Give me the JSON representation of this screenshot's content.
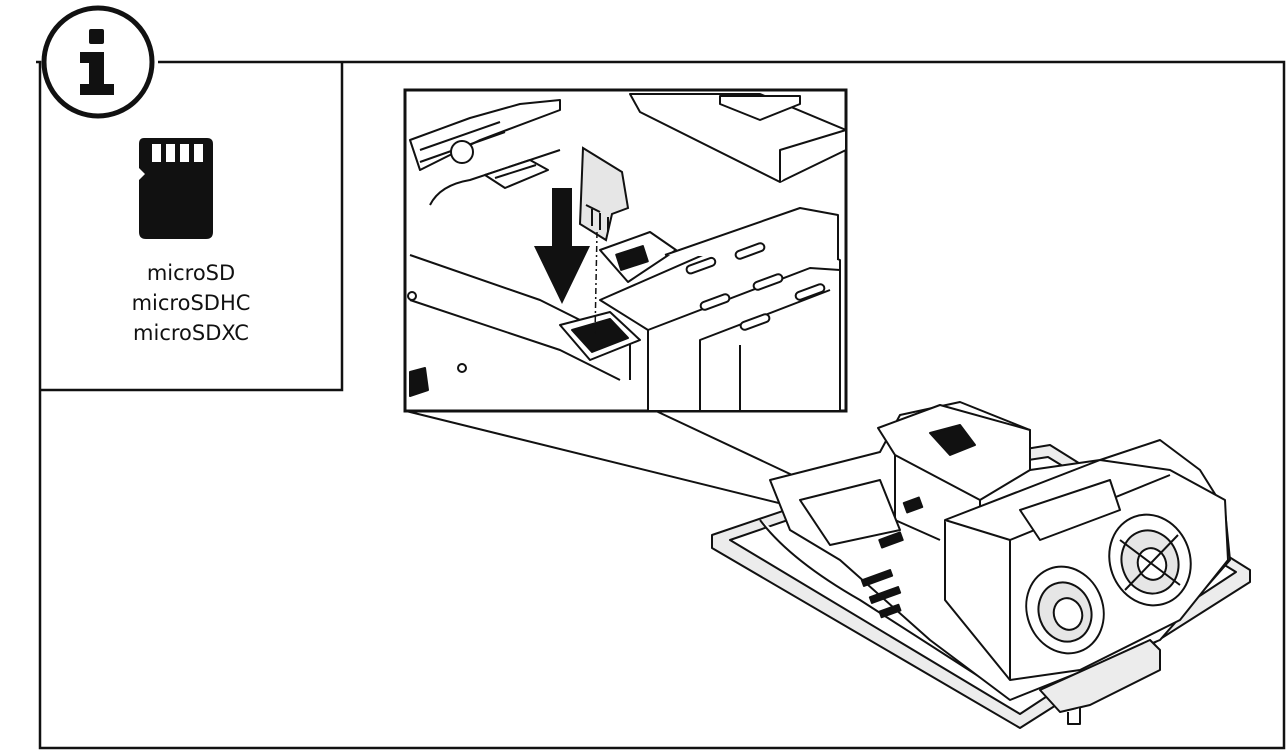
{
  "info_badge": {
    "icon": "info-icon",
    "glyph": "i"
  },
  "sd_card": {
    "icon": "microsd-card-icon",
    "formats": [
      "microSD",
      "microSDHC",
      "microSDXC"
    ]
  },
  "illustration": {
    "subject": "camera-unit-with-microsd-slot",
    "arrow_direction": "down"
  },
  "colors": {
    "ink": "#111111",
    "paper": "#ffffff",
    "shade": "#e6e6e6"
  }
}
